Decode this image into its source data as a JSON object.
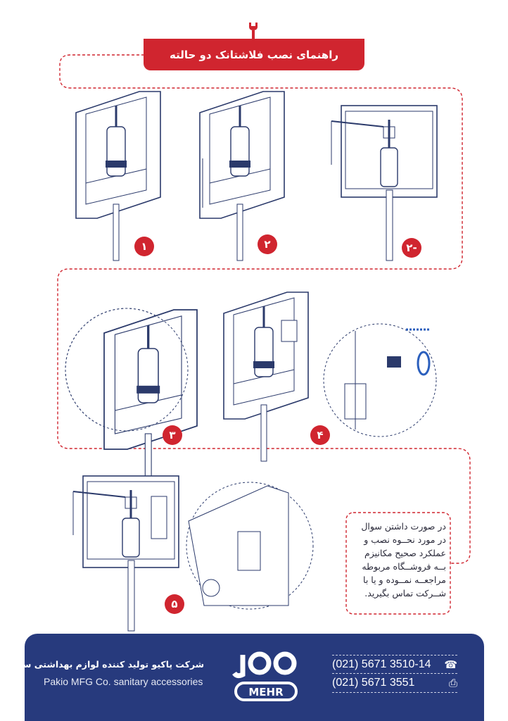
{
  "title": "راهنمای نصب فلاشتانک دو حالته",
  "steps": [
    "۱",
    "۲",
    "۲-",
    "۳",
    "۴",
    "۵"
  ],
  "note": "در صورت داشتن سوال در مورد نحــوه نصب و عملکرد صحیح مکانیزم بــه فروشــگاه مربوطه مراجعــه نمــوده و یا با شــرکت تماس بگیرید.",
  "footer": {
    "company_fa": "شرکت پاکیو تولید کننده لوازم بهداشتی ساختمان",
    "company_en": "Pakio MFG Co. sanitary accessories",
    "logo_text": "MEHR",
    "phone": "(021) 5671 3510-14",
    "fax": "(021) 5671 3551"
  },
  "colors": {
    "accent": "#d0252f",
    "footer": "#273a7d",
    "line": "#2b3a6b"
  }
}
